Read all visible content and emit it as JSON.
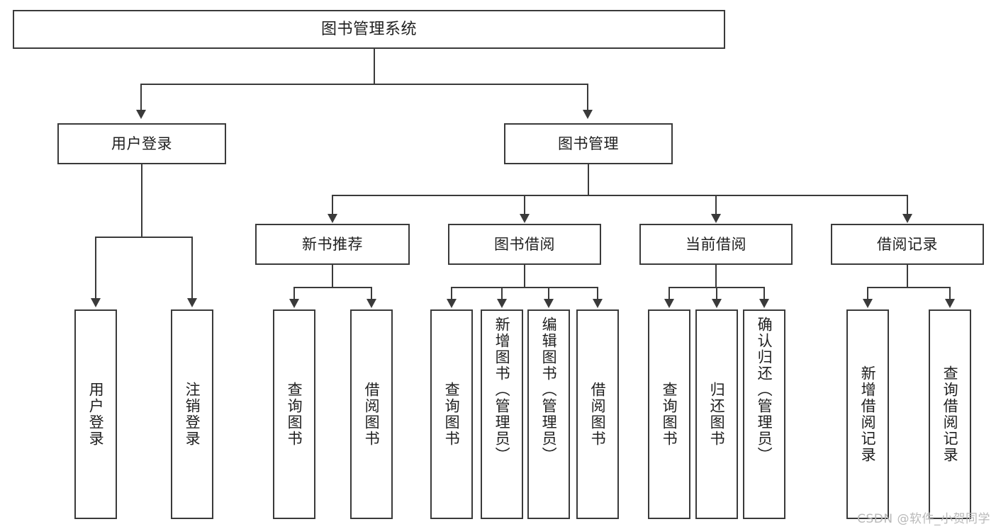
{
  "diagram": {
    "type": "tree",
    "title": "图书管理系统",
    "watermark": "CSDN @软件_小贺同学",
    "root": {
      "label": "图书管理系统"
    },
    "level1": [
      {
        "label": "用户登录"
      },
      {
        "label": "图书管理"
      }
    ],
    "level2": [
      {
        "label": "新书推荐"
      },
      {
        "label": "图书借阅"
      },
      {
        "label": "当前借阅"
      },
      {
        "label": "借阅记录"
      }
    ],
    "leaves": {
      "user_login": [
        {
          "label": "用户登录"
        },
        {
          "label": "注销登录"
        }
      ],
      "new_book_recommend": [
        {
          "label": "查询图书"
        },
        {
          "label": "借阅图书"
        }
      ],
      "book_borrow": [
        {
          "label": "查询图书"
        },
        {
          "label": "新增图书（管理员）"
        },
        {
          "label": "编辑图书（管理员）"
        },
        {
          "label": "借阅图书"
        }
      ],
      "current_borrow": [
        {
          "label": "查询图书"
        },
        {
          "label": "归还图书"
        },
        {
          "label": "确认归还（管理员）"
        }
      ],
      "borrow_record": [
        {
          "label": "新增借阅记录"
        },
        {
          "label": "查询借阅记录"
        }
      ]
    },
    "colors": {
      "stroke": "#3a3a3a",
      "fill": "#ffffff",
      "text": "#202020",
      "watermark": "#b9b9b9"
    }
  }
}
